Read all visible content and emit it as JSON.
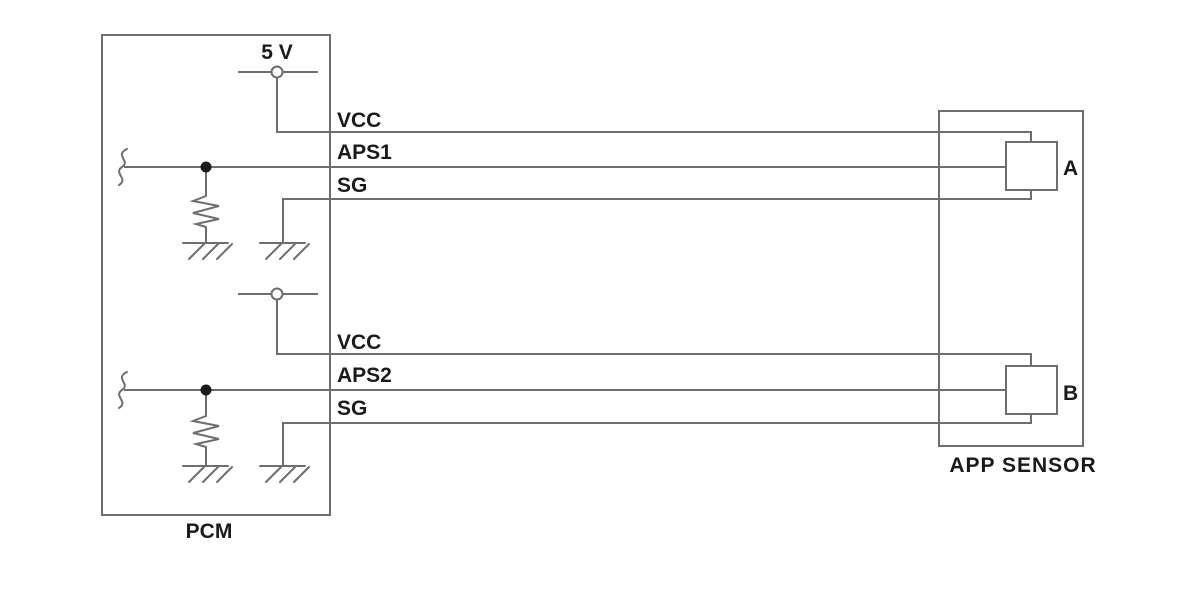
{
  "diagram": {
    "pcm": {
      "label": "PCM"
    },
    "sensor": {
      "label": "APP SENSOR",
      "unit_a_label": "A",
      "unit_b_label": "B"
    },
    "supply_label": "5 V",
    "channel1": {
      "vcc_label": "VCC",
      "signal_label": "APS1",
      "ground_label": "SG"
    },
    "channel2": {
      "vcc_label": "VCC",
      "signal_label": "APS2",
      "ground_label": "SG"
    },
    "colors": {
      "wire": "#6e6e6e",
      "text": "#1a1a1a",
      "background": "#ffffff"
    }
  }
}
